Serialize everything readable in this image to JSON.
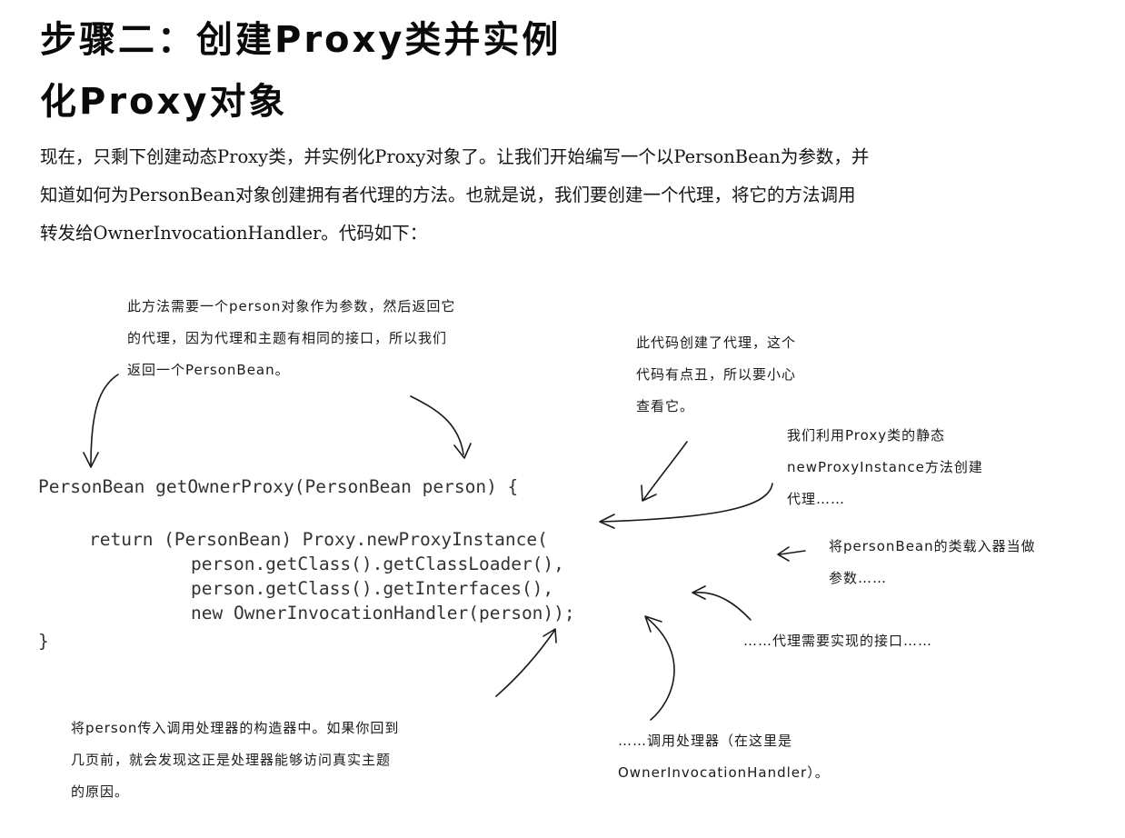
{
  "heading": {
    "line1": "步骤二：创建Proxy类并实例",
    "line2": "化Proxy对象"
  },
  "intro": [
    "现在，只剩下创建动态Proxy类，并实例化Proxy对象了。让我们开始编写一个以PersonBean为参数，并",
    "知道如何为PersonBean对象创建拥有者代理的方法。也就是说，我们要创建一个代理，将它的方法调用",
    "转发给OwnerInvocationHandler。代码如下："
  ],
  "code": [
    "PersonBean getOwnerProxy(PersonBean person) {",
    "return (PersonBean) Proxy.newProxyInstance(",
    "person.getClass().getClassLoader(),",
    "person.getClass().getInterfaces(),",
    "new OwnerInvocationHandler(person));",
    "}"
  ],
  "annotations": {
    "method_note": [
      "此方法需要一个person对象作为参数，然后返回它",
      "的代理，因为代理和主题有相同的接口，所以我们",
      "返回一个PersonBean。"
    ],
    "code_note": [
      "此代码创建了代理，这个",
      "代码有点丑，所以要小心",
      "查看它。"
    ],
    "static_note": [
      "我们利用Proxy类的静态",
      "newProxyInstance方法创建",
      "代理……"
    ],
    "classloader_note": [
      "将personBean的类载入器当做",
      "参数……"
    ],
    "interfaces_note": [
      "……代理需要实现的接口……"
    ],
    "handler_note": [
      "……调用处理器（在这里是",
      "OwnerInvocationHandler）。"
    ],
    "constructor_note": [
      "将person传入调用处理器的构造器中。如果你回到",
      "几页前，就会发现这正是处理器能够访问真实主题",
      "的原因。"
    ]
  }
}
